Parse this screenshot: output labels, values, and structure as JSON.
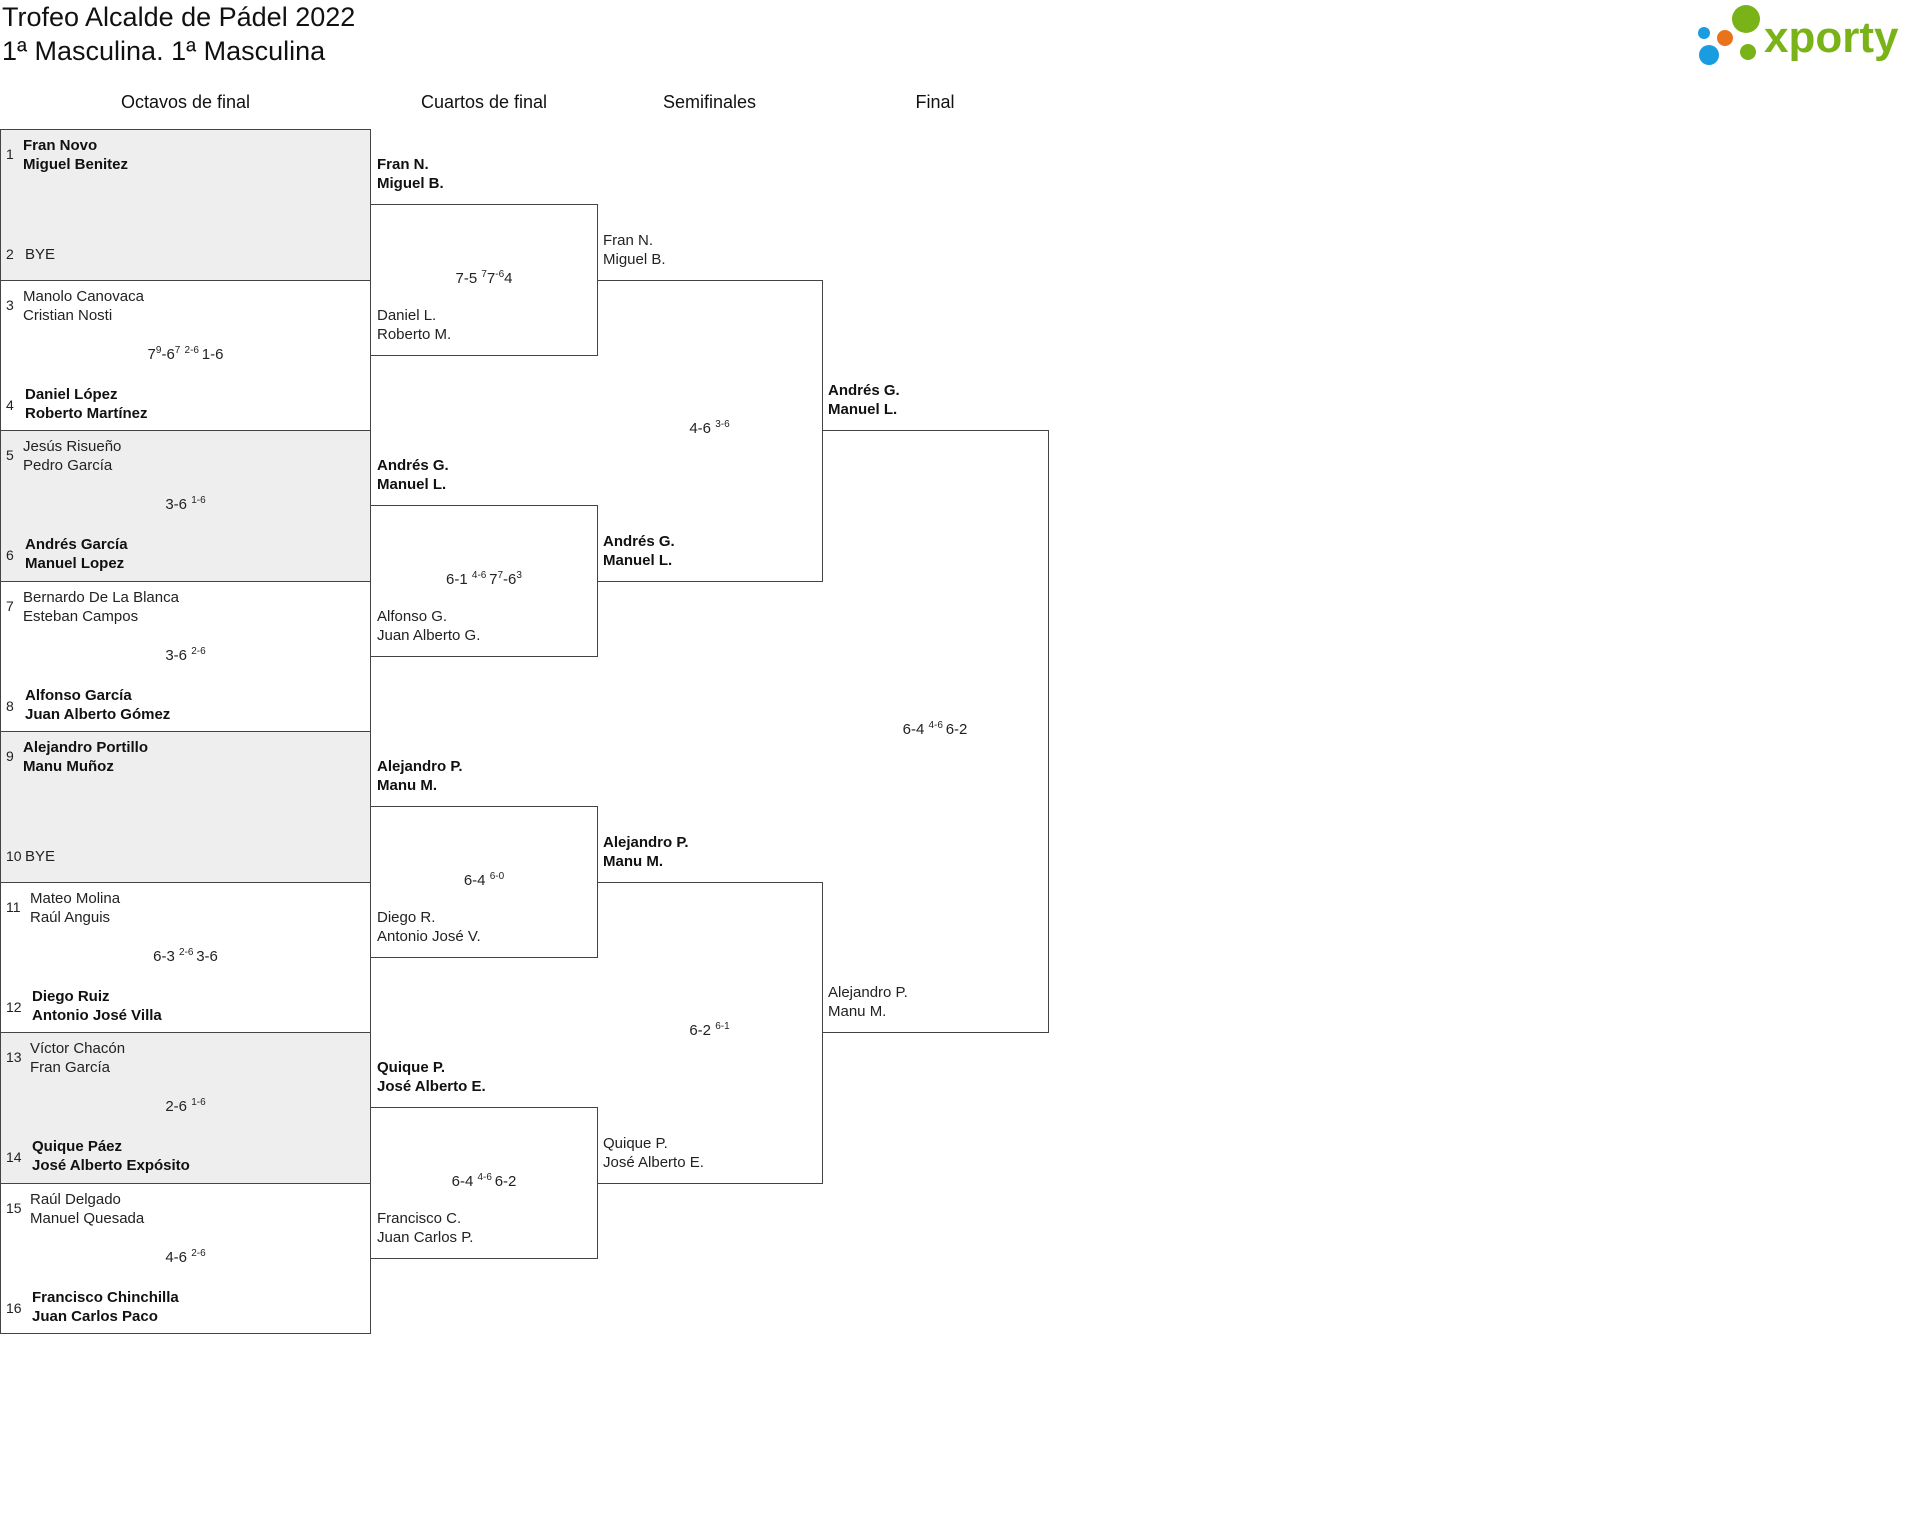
{
  "header": {
    "title": "Trofeo Alcalde de Pádel 2022",
    "subtitle": "1ª Masculina. 1ª Masculina",
    "brand": "xporty"
  },
  "rounds": [
    "Octavos de final",
    "Cuartos de final",
    "Semifinales",
    "Final"
  ],
  "octavos": [
    {
      "top": {
        "seed": "1",
        "p1": "Fran Novo",
        "p2": "Miguel Benitez",
        "winner": true
      },
      "bottom": {
        "seed": "2",
        "p1": "BYE",
        "p2": "",
        "winner": false
      },
      "score": "",
      "grey": true
    },
    {
      "top": {
        "seed": "3",
        "p1": "Manolo Canovaca",
        "p2": "Cristian Nosti",
        "winner": false
      },
      "bottom": {
        "seed": "4",
        "p1": "Daniel López",
        "p2": "Roberto Martínez",
        "winner": true
      },
      "score": "7|9|-6|7| | 2-6 | 1-6",
      "grey": false
    },
    {
      "top": {
        "seed": "5",
        "p1": "Jesús Risueño",
        "p2": "Pedro García",
        "winner": false
      },
      "bottom": {
        "seed": "6",
        "p1": "Andrés García",
        "p2": "Manuel Lopez",
        "winner": true
      },
      "score": "3-6 | 1-6",
      "grey": true
    },
    {
      "top": {
        "seed": "7",
        "p1": "Bernardo De La Blanca",
        "p2": "Esteban Campos",
        "winner": false
      },
      "bottom": {
        "seed": "8",
        "p1": "Alfonso García",
        "p2": "Juan Alberto Gómez",
        "winner": true
      },
      "score": "3-6 | 2-6",
      "grey": false
    },
    {
      "top": {
        "seed": "9",
        "p1": "Alejandro Portillo",
        "p2": "Manu Muñoz",
        "winner": true
      },
      "bottom": {
        "seed": "10",
        "p1": "BYE",
        "p2": "",
        "winner": false
      },
      "score": "",
      "grey": true
    },
    {
      "top": {
        "seed": "11",
        "p1": "Mateo Molina",
        "p2": "Raúl Anguis",
        "winner": false
      },
      "bottom": {
        "seed": "12",
        "p1": "Diego Ruiz",
        "p2": "Antonio José Villa",
        "winner": true
      },
      "score": "6-3 | 2-6 | 3-6",
      "grey": false
    },
    {
      "top": {
        "seed": "13",
        "p1": "Víctor Chacón",
        "p2": "Fran García",
        "winner": false
      },
      "bottom": {
        "seed": "14",
        "p1": "Quique Páez",
        "p2": "José Alberto Expósito",
        "winner": true
      },
      "score": "2-6 | 1-6",
      "grey": true
    },
    {
      "top": {
        "seed": "15",
        "p1": "Raúl Delgado",
        "p2": "Manuel Quesada",
        "winner": false
      },
      "bottom": {
        "seed": "16",
        "p1": "Francisco Chinchilla",
        "p2": "Juan Carlos Paco",
        "winner": true
      },
      "score": "4-6 | 2-6",
      "grey": false
    }
  ],
  "cuartos": [
    {
      "top": {
        "p1": "Fran N.",
        "p2": "Miguel B.",
        "winner": true
      },
      "bottom": {
        "p1": "Daniel L.",
        "p2": "Roberto M.",
        "winner": false
      },
      "score": "7-5 | 7|7|-6|4|"
    },
    {
      "top": {
        "p1": "Andrés G.",
        "p2": "Manuel L.",
        "winner": true
      },
      "bottom": {
        "p1": "Alfonso G.",
        "p2": "Juan Alberto G.",
        "winner": false
      },
      "score": "6-1 | 4-6 | 7|7|-6|3|"
    },
    {
      "top": {
        "p1": "Alejandro P.",
        "p2": "Manu M.",
        "winner": true
      },
      "bottom": {
        "p1": "Diego R.",
        "p2": "Antonio José V.",
        "winner": false
      },
      "score": "6-4 | 6-0"
    },
    {
      "top": {
        "p1": "Quique P.",
        "p2": "José Alberto E.",
        "winner": true
      },
      "bottom": {
        "p1": "Francisco C.",
        "p2": "Juan Carlos P.",
        "winner": false
      },
      "score": "6-4 | 4-6 | 6-2"
    }
  ],
  "semis": [
    {
      "top": {
        "p1": "Fran N.",
        "p2": "Miguel B.",
        "winner": false
      },
      "bottom": {
        "p1": "Andrés G.",
        "p2": "Manuel L.",
        "winner": true
      },
      "score": "4-6 | 3-6"
    },
    {
      "top": {
        "p1": "Alejandro P.",
        "p2": "Manu M.",
        "winner": true
      },
      "bottom": {
        "p1": "Quique P.",
        "p2": "José Alberto E.",
        "winner": false
      },
      "score": "6-2 | 6-1"
    }
  ],
  "final": {
    "top": {
      "p1": "Andrés G.",
      "p2": "Manuel L.",
      "winner": true
    },
    "bottom": {
      "p1": "Alejandro P.",
      "p2": "Manu M.",
      "winner": false
    },
    "score": "6-4 | 4-6 | 6-2"
  },
  "colors": {
    "logo_green": "#7ab317",
    "logo_blue": "#1a9de0",
    "logo_orange": "#e8731a",
    "block_grey": "#eeeeee",
    "line": "#444444"
  }
}
